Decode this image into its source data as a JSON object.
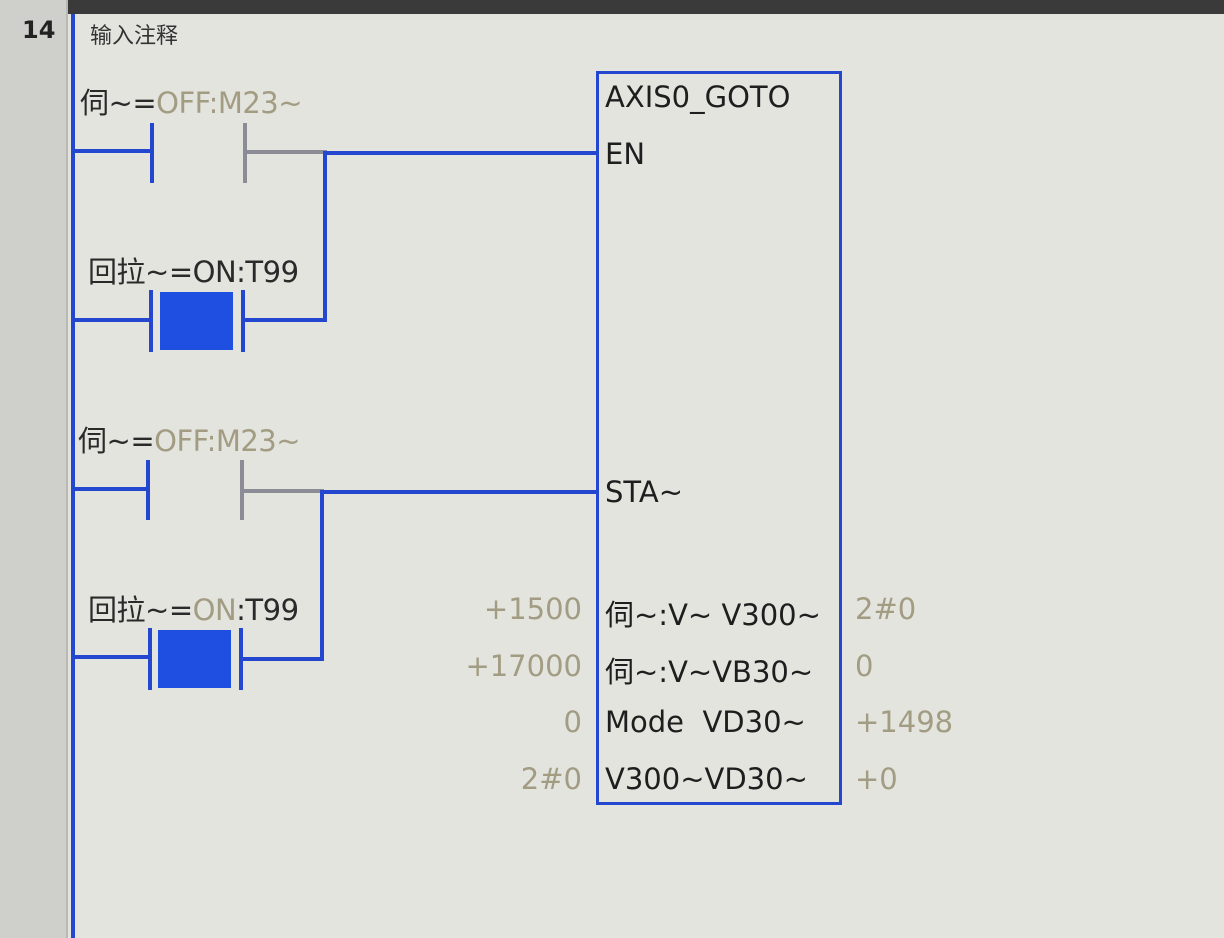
{
  "network": {
    "number": "14",
    "comment": "输入注释"
  },
  "contacts": [
    {
      "name": "伺~",
      "op": "=",
      "state": "OFF",
      "addr": ":M23~",
      "type": "normally-open",
      "powered": false
    },
    {
      "name": "回拉~",
      "op": "=",
      "state": "ON",
      "addr": ":T99",
      "type": "normally-open",
      "powered": true
    },
    {
      "name": "伺~",
      "op": "=",
      "state": "OFF",
      "addr": ":M23~",
      "type": "normally-open",
      "powered": false
    },
    {
      "name": "回拉~",
      "op": "=",
      "state": "ON",
      "addr": ":T99",
      "type": "normally-open",
      "powered": true
    }
  ],
  "block": {
    "title": "AXIS0_GOTO",
    "en": "EN",
    "sta": "STA~",
    "rows": [
      {
        "in_value": "+1500",
        "in_pin": "伺~:V~",
        "out_pin": "V300~",
        "out_value": "2#0"
      },
      {
        "in_value": "+17000",
        "in_pin": "伺~:V~",
        "out_pin": "VB30~",
        "out_value": "0"
      },
      {
        "in_value": "0",
        "in_pin": "Mode",
        "out_pin": "VD30~",
        "out_value": "+1498"
      },
      {
        "in_value": "2#0",
        "in_pin": "V300~",
        "out_pin": "VD30~",
        "out_value": "+0"
      }
    ]
  },
  "colors": {
    "wire": "#2447d0",
    "powered_fill": "#1f4fe0",
    "status_text": "#a19c82",
    "background": "#e4e4df"
  }
}
